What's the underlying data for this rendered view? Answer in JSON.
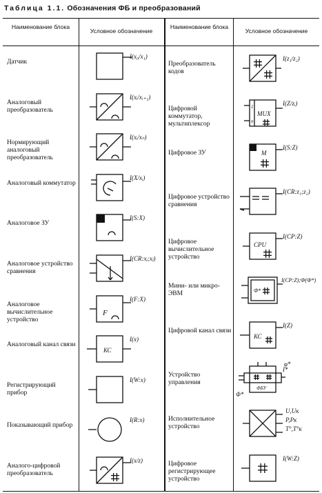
{
  "table": {
    "number_label": "Таблица 1.1.",
    "title": "Обозначения ФБ и преобразований",
    "headers": {
      "left_name": "Наименование блока",
      "left_symbol": "Условное обозначение",
      "right_name": "Наименование блока",
      "right_symbol": "Условное обозначение"
    },
    "left_rows": [
      {
        "name": "Датчик",
        "symbol": "sensor",
        "label": "I(x₀/x₁)"
      },
      {
        "name": "Аналоговый преобразователь",
        "symbol": "analog-converter",
        "label": "I(xᵢ/xᵢ₊₁)"
      },
      {
        "name": "Нормирующий аналоговый преобразователь",
        "symbol": "normalizing-converter",
        "label": "I(xᵢ/xₙ)"
      },
      {
        "name": "Аналоговый коммутатор",
        "symbol": "analog-switch",
        "label": "I(X/xᵢ)"
      },
      {
        "name": "Аналоговое ЗУ",
        "symbol": "analog-memory",
        "label": "I(S:X)"
      },
      {
        "name": "Аналоговое устройство сравнения",
        "symbol": "analog-comparator",
        "label": "I(CR:xᵢ;xⱼ)"
      },
      {
        "name": "Аналоговое вычислительное устройство",
        "symbol": "analog-computer",
        "label": "I(F:X)",
        "inner": "F"
      },
      {
        "name": "Аналоговый канал связи",
        "symbol": "analog-channel",
        "label": "I(x)",
        "inner": "КС"
      },
      {
        "name": "Регистрирующий прибор",
        "symbol": "recorder",
        "label": "I(W:x)"
      },
      {
        "name": "Показывающий прибор",
        "symbol": "indicator",
        "label": "I(R:x)"
      },
      {
        "name": "Аналого-цифровой преобразователь",
        "symbol": "adc",
        "label": "I(x/z)"
      }
    ],
    "right_rows": [
      {
        "name": "Преобразователь кодов",
        "symbol": "code-converter",
        "label": "I(z₁/z₂)"
      },
      {
        "name": "Цифровой коммутатор, мультиплексор",
        "symbol": "multiplexer",
        "label": "I(Z/zᵢ)",
        "inner": "MUX",
        "pin_top": "1",
        "pin_bottom": "n"
      },
      {
        "name": "Цифровое ЗУ",
        "symbol": "digital-memory",
        "label": "I(S:Z)",
        "inner": "M"
      },
      {
        "name": "Цифровое устройство сравнения",
        "symbol": "digital-comparator",
        "label": "I(CR:z₁;z₂)"
      },
      {
        "name": "Цифровое вычислительное устройство",
        "symbol": "digital-computer",
        "label": "I(CP:Z)",
        "inner": "CPU"
      },
      {
        "name": "Мини- или микро-ЭВМ",
        "symbol": "mini-computer",
        "label": "I(CP:Z);Ф(Ф*)",
        "inner": "Ф*"
      },
      {
        "name": "Цифровой канал связи",
        "symbol": "digital-channel",
        "label": "I(Z)",
        "inner": "КС"
      },
      {
        "name": "Устройство управления",
        "symbol": "control-unit",
        "label": "I*",
        "inner": "ФБУ",
        "phi_top": "φ*",
        "phi_bottom": "Φ*"
      },
      {
        "name": "Исполнительное устройство",
        "symbol": "actuator",
        "label_lines": [
          "U,Uк",
          "P,Pк",
          "T°,T°к"
        ]
      },
      {
        "name": "Цифровое регистрирующее устройство",
        "symbol": "digital-recorder",
        "label": "I(W:Z)"
      }
    ]
  }
}
